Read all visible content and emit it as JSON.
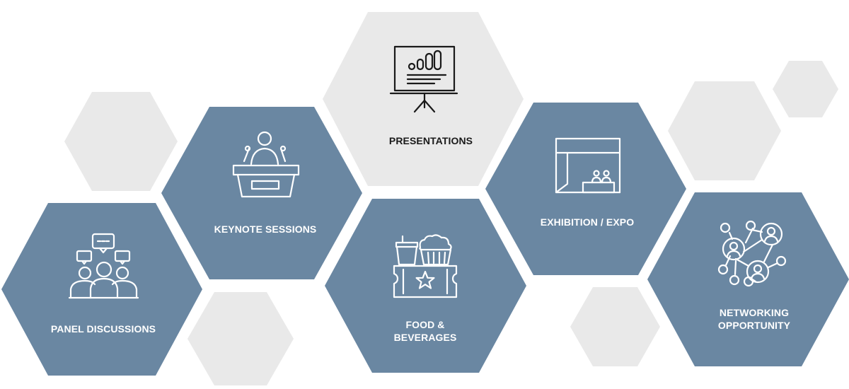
{
  "colors": {
    "blue_hex": "#6a87a2",
    "gray_hex": "#e9e9e9",
    "icon_light": "#ffffff",
    "icon_dark": "#1a1a1a"
  },
  "tiles": {
    "presentations": {
      "label": "PRESENTATIONS",
      "icon": "presentation-board-icon"
    },
    "keynote": {
      "label": "KEYNOTE SESSIONS",
      "icon": "speaker-podium-icon"
    },
    "panel": {
      "label": "PANEL DISCUSSIONS",
      "icon": "panel-discussion-group-icon"
    },
    "food": {
      "line1": "FOOD &",
      "line2": "BEVERAGES",
      "icon": "food-beverage-ticket-icon"
    },
    "exhibition": {
      "label": "EXHIBITION / EXPO",
      "icon": "exhibition-booth-icon"
    },
    "networking": {
      "line1": "NETWORKING",
      "line2": "OPPORTUNITY",
      "icon": "network-people-icon"
    }
  }
}
